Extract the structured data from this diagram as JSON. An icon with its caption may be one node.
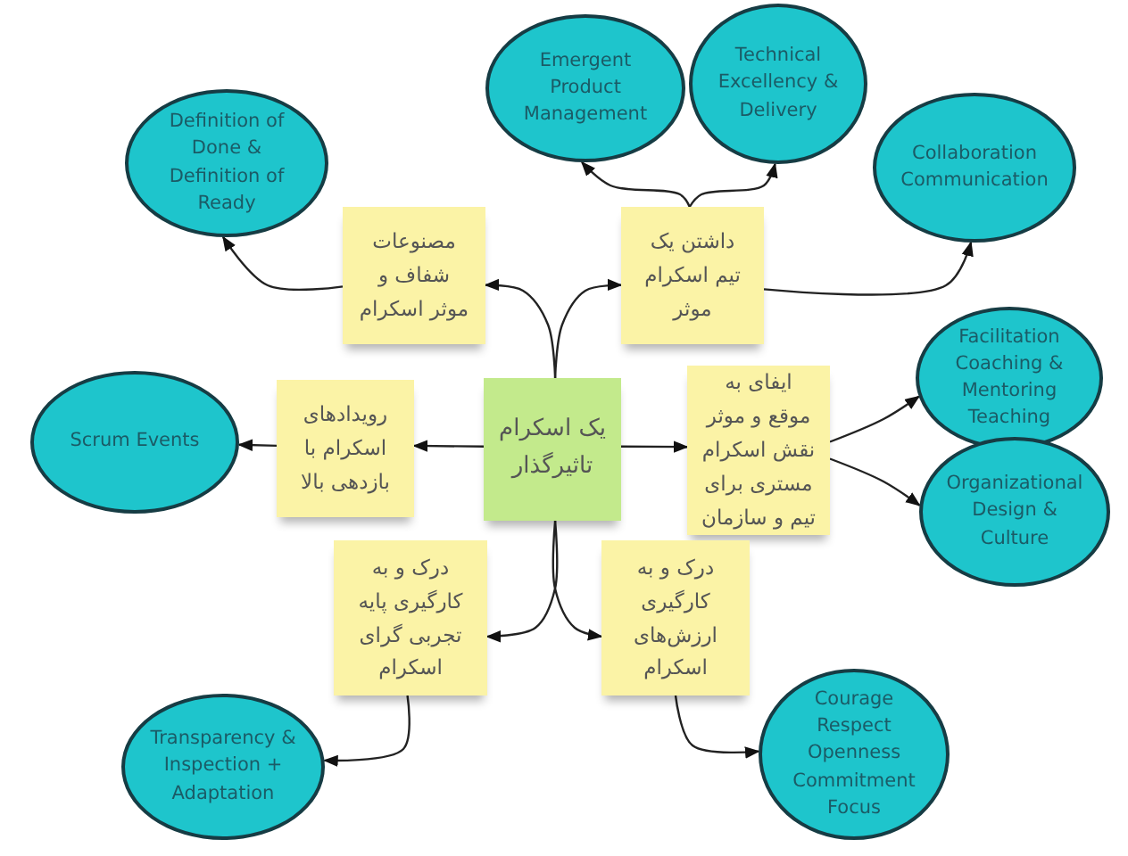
{
  "diagram": {
    "nodes": [
      {
        "text": [
          "یک اسکرام تاثیرگذار"
        ]
      },
      {
        "text": [
          "مصنوعات شفاف و موثر اسکرام"
        ]
      },
      {
        "text": [
          "داشتن یک تیم اسکرام موثر"
        ]
      },
      {
        "text": [
          "رویدادهای اسکرام با بازدهی بالا"
        ]
      },
      {
        "text": [
          "ایفای به موقع و موثر نقش اسکرام مستری برای تیم و سازمان"
        ]
      },
      {
        "text": [
          "درک و به کارگیری پایه تجربی گرای اسکرام"
        ]
      },
      {
        "text": [
          "درک و به کارگیری ارزش‌های اسکرام"
        ]
      },
      {
        "text": [
          "Definition of Done & Definition of Ready"
        ]
      },
      {
        "text": [
          "Emergent Product Management"
        ]
      },
      {
        "text": [
          "Technical Excellency & Delivery"
        ]
      },
      {
        "text": [
          "Collaboration Communication"
        ]
      },
      {
        "text": [
          "Scrum Events"
        ]
      },
      {
        "text": [
          "Facilitation Coaching & Mentoring Teaching"
        ]
      },
      {
        "text": [
          "Organizational Design & Culture"
        ]
      },
      {
        "text": [
          "Transparency & Inspection + Adaptation"
        ]
      },
      {
        "text": [
          "Courage Respect Openness Commitment Focus"
        ]
      }
    ],
    "edges": [
      {
        "from": 0,
        "to": 1,
        "arrow": "to"
      },
      {
        "from": 0,
        "to": 2,
        "arrow": "to"
      },
      {
        "from": 0,
        "to": 3,
        "arrow": "to"
      },
      {
        "from": 0,
        "to": 4,
        "arrow": "to"
      },
      {
        "from": 0,
        "to": 5,
        "arrow": "to"
      },
      {
        "from": 0,
        "to": 6,
        "arrow": "to"
      },
      {
        "from": 1,
        "to": 7,
        "arrow": "to"
      },
      {
        "from": 2,
        "to": 8,
        "arrow": "to"
      },
      {
        "from": 2,
        "to": 9,
        "arrow": "to"
      },
      {
        "from": 2,
        "to": 10,
        "arrow": "to"
      },
      {
        "from": 3,
        "to": 11,
        "arrow": "to"
      },
      {
        "from": 4,
        "to": 12,
        "arrow": "to"
      },
      {
        "from": 4,
        "to": 13,
        "arrow": "to"
      },
      {
        "from": 5,
        "to": 14,
        "arrow": "to"
      },
      {
        "from": 6,
        "to": 15,
        "arrow": "to"
      }
    ]
  }
}
